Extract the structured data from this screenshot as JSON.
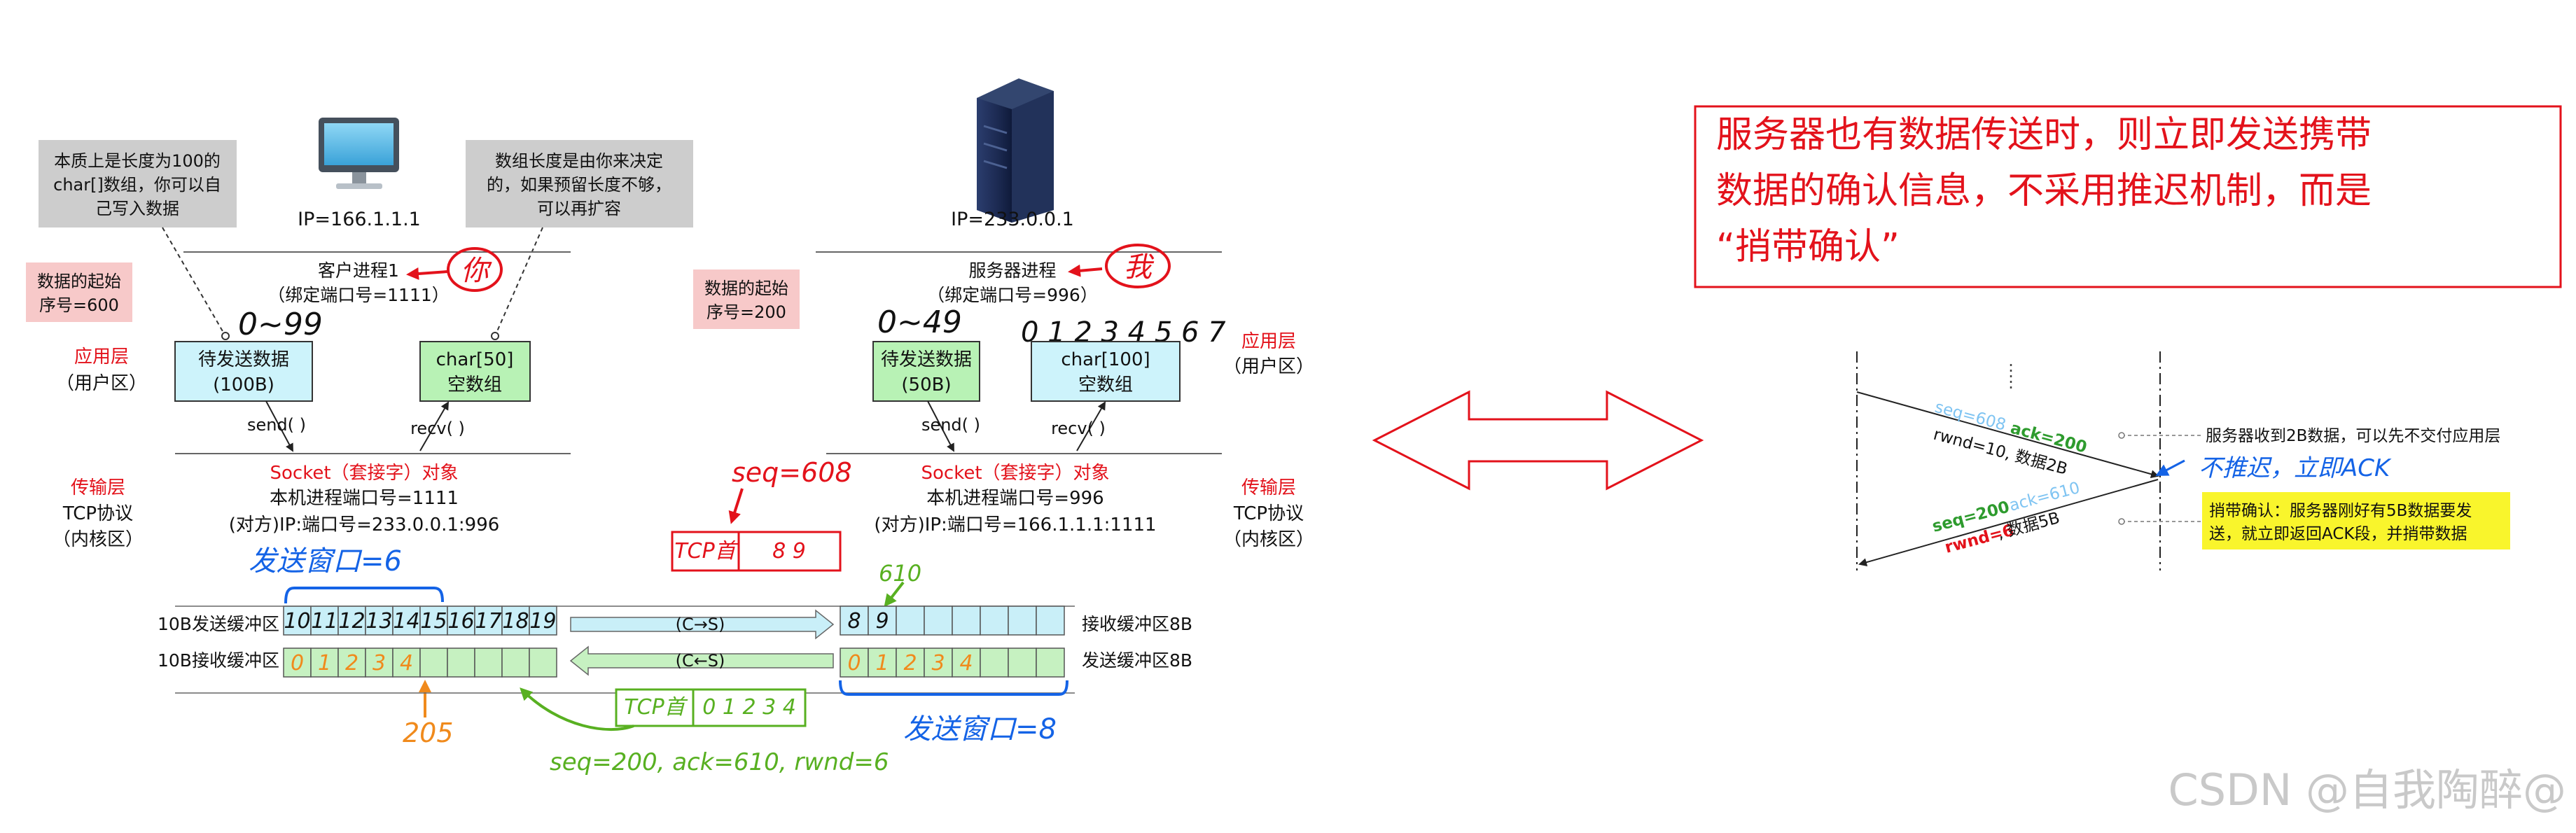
{
  "client": {
    "ip": "IP=166.1.1.1",
    "note_array": [
      "本质上是长度为100的",
      "char[]数组，你可以自",
      "己写入数据"
    ],
    "note_array2": [
      "数组长度是由你来决定",
      "的，如果预留长度不够，",
      "可以再扩容"
    ],
    "start_seq": [
      "数据的起始",
      "序号=600"
    ],
    "process": "客户进程1",
    "port_bind": "（绑定端口号=1111）",
    "you": "你",
    "app_layer": "应用层",
    "user_area": "（用户区）",
    "send_data": [
      "待发送数据",
      "(100B)"
    ],
    "recv_array": [
      "char[50]",
      "空数组"
    ],
    "range_note": "0~99",
    "send_call": "send( )",
    "recv_call": "recv( )",
    "transport_layer": "传输层",
    "tcp_protocol": "TCP协议",
    "kernel_area": "（内核区）",
    "socket_title": "Socket（套接字）对象",
    "local_port": "本机进程端口号=1111",
    "remote_addr": "(对方)IP:端口号=233.0.0.1:996",
    "send_window_note": "发送窗口=6",
    "send_buf_label": "10B发送缓冲区",
    "recv_buf_label": "10B接收缓冲区",
    "send_buf_cells": [
      "10",
      "11",
      "12",
      "13",
      "14",
      "15",
      "16",
      "17",
      "18",
      "19"
    ],
    "recv_buf_cells": [
      "0",
      "1",
      "2",
      "3",
      "4",
      "",
      "",
      "",
      "",
      ""
    ],
    "ack_note": "205",
    "tcp_header_label": "TCP首",
    "tcp_payload": "0 1 2 3 4",
    "segment_note": "seq=200, ack=610, rwnd=6"
  },
  "server": {
    "ip": "IP=233.0.0.1",
    "start_seq": [
      "数据的起始",
      "序号=200"
    ],
    "process": "服务器进程",
    "port_bind": "（绑定端口号=996）",
    "you": "我",
    "app_layer": "应用层",
    "user_area": "（用户区）",
    "send_data": [
      "待发送数据",
      "(50B)"
    ],
    "recv_array": [
      "char[100]",
      "空数组"
    ],
    "range_note": "0~49",
    "digits_note": "0 1 2 3 4 5 6 7",
    "send_call": "send( )",
    "recv_call": "recv( )",
    "transport_layer": "传输层",
    "tcp_protocol": "TCP协议",
    "kernel_area": "（内核区）",
    "socket_title": "Socket（套接字）对象",
    "local_port": "本机进程端口号=996",
    "remote_addr": "(对方)IP:端口号=166.1.1.1:1111",
    "seq_note": "seq=608",
    "tcp_header_label": "TCP首",
    "tcp_payload": "8 9",
    "recv_buf_label": "接收缓冲区8B",
    "send_buf_label": "发送缓冲区8B",
    "recv_buf_cells": [
      "8",
      "9",
      "",
      "",
      "",
      "",
      "",
      ""
    ],
    "send_buf_cells": [
      "0",
      "1",
      "2",
      "3",
      "4",
      "",
      "",
      ""
    ],
    "send_window_note": "发送窗口=8",
    "ack_hand": "610"
  },
  "channel": {
    "c_to_s": "(C→S)",
    "c_from_s": "(C←S)"
  },
  "callout": {
    "text": [
      "服务器也有数据传送时，则立即发送携带",
      "数据的确认信息，不采用推迟机制，而是",
      "“捎带确认”"
    ]
  },
  "seq_diagram": {
    "m1_seq": "seq=608",
    "m1_ack": "ack=200",
    "m1_rest": "rwnd=10, 数据2B",
    "m2_seq": "seq=200",
    "m2_ack": "ack=610",
    "m2_rest_a": "rwnd=6",
    "m2_rest_b": ", 数据5B",
    "note1": "服务器收到2B数据，可以先不交付应用层",
    "hand_note": "不推迟，立即ACK",
    "note2": [
      "捎带确认：服务器刚好有5B数据要发",
      "送，就立即返回ACK段，并捎带数据"
    ]
  },
  "watermark": "CSDN @自我陶醉@",
  "colors": {
    "red": "#e3121b",
    "blue": "#1463e6",
    "green": "#58b021",
    "orange": "#f08a1c",
    "app_box_blue": "#cdf3fb",
    "app_box_green": "#b8f2b5",
    "buf_blue": "#c9eff8",
    "buf_green": "#c6f1c1",
    "note_gray": "#cdcdcd",
    "note_pink": "#f7c9c9",
    "yellow": "#f9f52c"
  }
}
